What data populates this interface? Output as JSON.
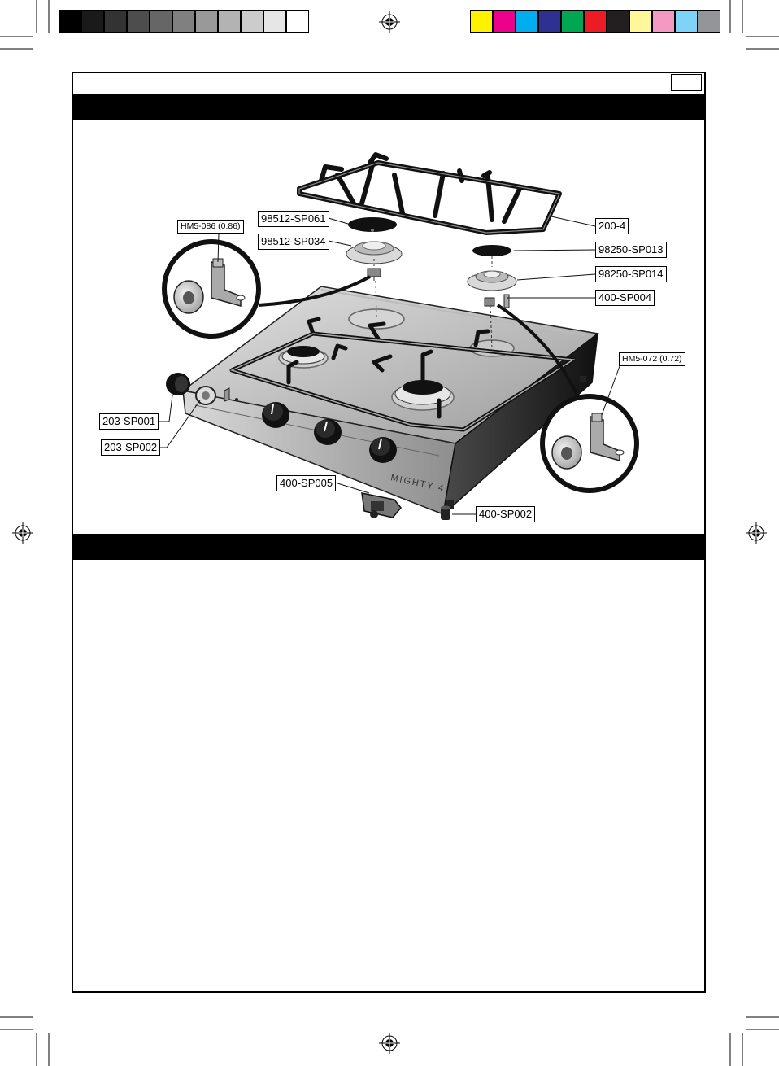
{
  "colors": {
    "gray_scale": [
      "#000000",
      "#1a1a1a",
      "#333333",
      "#4d4d4d",
      "#666666",
      "#808080",
      "#999999",
      "#b3b3b3",
      "#cccccc",
      "#e6e6e6",
      "#ffffff"
    ],
    "process": [
      "#fff100",
      "#ec008c",
      "#00aeef",
      "#2e3192",
      "#00a651",
      "#ed1c24",
      "#231f20",
      "#fff799",
      "#f49ac1",
      "#7fd3f7",
      "#939598"
    ]
  },
  "parts": {
    "grate_top": "200-4",
    "burner_cap_large": "98512-SP061",
    "burner_head_large": "98512-SP034",
    "injector_large": "HM5-086 (0.86)",
    "burner_cap_small": "98250-SP013",
    "burner_head_small": "98250-SP014",
    "thermocouple": "400-SP004",
    "injector_small": "HM5-072 (0.72)",
    "knob": "203-SP001",
    "knob_ring": "203-SP002",
    "gas_valve": "400-SP005",
    "foot": "400-SP002"
  },
  "product_name": "MIGHTY 4"
}
